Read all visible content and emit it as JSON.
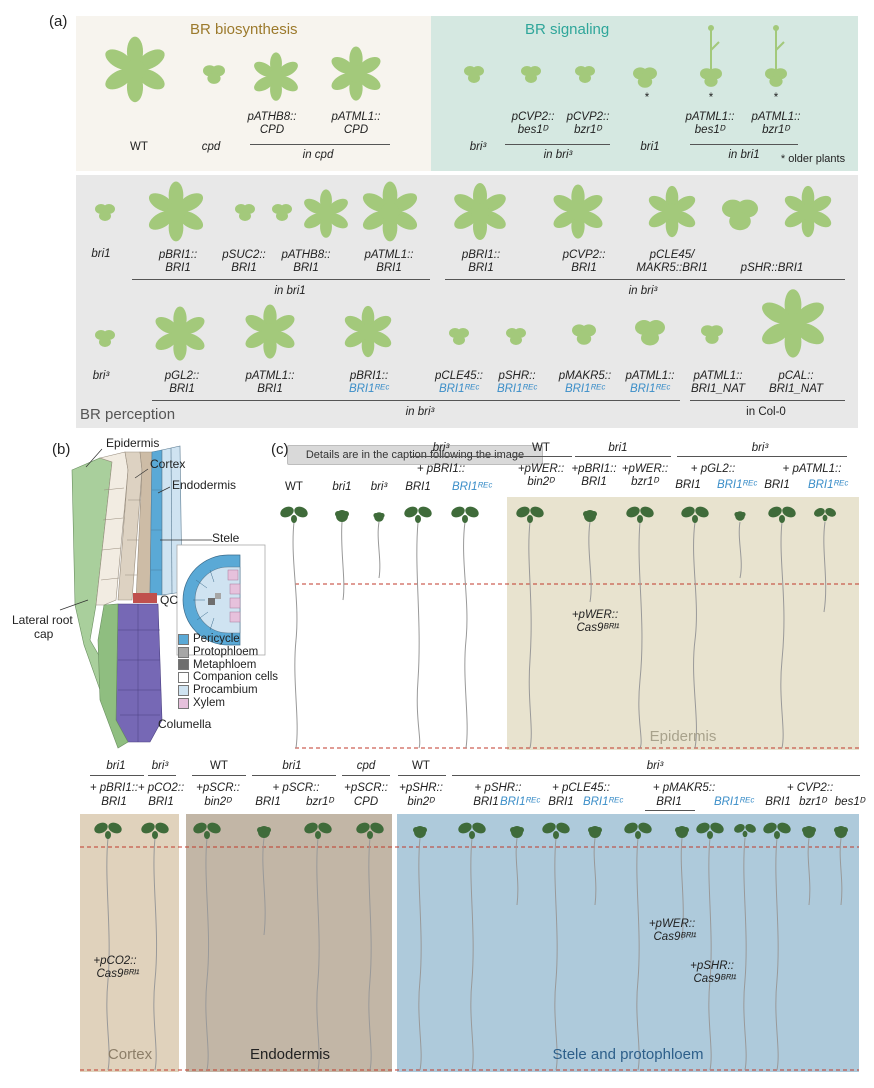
{
  "panel_a": {
    "letter": "(a)",
    "biosynthesis": {
      "title": "BR biosynthesis",
      "wt": "WT",
      "cpd": "cpd",
      "athb8": [
        "pATHB8::",
        "CPD"
      ],
      "atml1": [
        "pATML1::",
        "CPD"
      ],
      "group": "in cpd"
    },
    "signaling": {
      "title": "BR signaling",
      "bri3": "bri³",
      "cvp2_bes": [
        "pCVP2::",
        "bes1ᴰ"
      ],
      "cvp2_bzr": [
        "pCVP2::",
        "bzr1ᴰ"
      ],
      "group1": "in bri³",
      "bri1": "bri1",
      "atml_bes": [
        "pATML1::",
        "bes1ᴰ"
      ],
      "atml_bzr": [
        "pATML1::",
        "bzr1ᴰ"
      ],
      "group2": "in bri1",
      "note": "* older plants",
      "star": "*"
    },
    "perception": {
      "title": "BR perception",
      "row1": {
        "bri1": "bri1",
        "p1": [
          "pBRI1::",
          "BRI1"
        ],
        "p2": [
          "pSUC2::",
          "BRI1"
        ],
        "p3": [
          "pATHB8::",
          "BRI1"
        ],
        "p4": [
          "pATML1::",
          "BRI1"
        ],
        "g1": "in bri1",
        "p5": [
          "pBRI1::",
          "BRI1"
        ],
        "p6": [
          "pCVP2::",
          "BRI1"
        ],
        "p7": [
          "pCLE45/",
          "MAKR5::BRI1"
        ],
        "p8": "pSHR::BRI1",
        "g2": "in bri³"
      },
      "row2": {
        "bri3": "bri³",
        "p1": [
          "pGL2::",
          "BRI1"
        ],
        "p2": [
          "pATML1::",
          "BRI1"
        ],
        "p3": [
          "pBRI1::",
          "BRI1ᴿᴱᶜ"
        ],
        "p4": [
          "pCLE45::",
          "BRI1ᴿᴱᶜ"
        ],
        "p5": [
          "pSHR::",
          "BRI1ᴿᴱᶜ"
        ],
        "p6": [
          "pMAKR5::",
          "BRI1ᴿᴱᶜ"
        ],
        "p7": [
          "pATML1::",
          "BRI1ᴿᴱᶜ"
        ],
        "g1": "in bri³",
        "p8": [
          "pATML1::",
          "BRI1_NAT"
        ],
        "p9": [
          "pCAL::",
          "BRI1_NAT"
        ],
        "g2": "in Col-0"
      }
    }
  },
  "tooltip": "Details are in the caption following the image",
  "panel_b": {
    "letter": "(b)",
    "labels": {
      "epidermis": "Epidermis",
      "cortex": "Cortex",
      "endodermis": "Endodermis",
      "stele": "Stele",
      "qc": "QC",
      "lrc": [
        "Lateral root",
        "cap"
      ],
      "columella": "Columella"
    },
    "legend": [
      "Pericycle",
      "Protophloem",
      "Metaphloem",
      "Companion cells",
      "Procambium",
      "Xylem"
    ],
    "legend_colors": [
      "#5aa9d6",
      "#a6a6a6",
      "#6e6e6e",
      "#ffffff",
      "#cfe3f1",
      "#e6c1dc"
    ]
  },
  "panel_c": {
    "letter": "(c)",
    "top": {
      "wt": "WT",
      "bri1": "bri1",
      "bri3": "bri³",
      "g_bri3": "bri³",
      "plus_pbri1": "+ pBRI1::",
      "c_bri1": "BRI1",
      "c_rec": "BRI1ᴿᴱᶜ",
      "wt2": "WT",
      "pwer_bin": [
        "+pWER::",
        "bin2ᴰ"
      ],
      "g_bri1": "bri1",
      "pbri1": [
        "+pBRI1::",
        "BRI1"
      ],
      "pwer_bzr": [
        "+pWER::",
        "bzr1ᴰ"
      ],
      "g_bri3b": "bri³",
      "pgl2": "+ pGL2::",
      "pgl2_a": "BRI1",
      "pgl2_b": "BRI1ᴿᴱᶜ",
      "patml": "+ pATML1::",
      "patml_a": "BRI1",
      "patml_b": "BRI1ᴿᴱᶜ",
      "cas9": [
        "+pWER::",
        "Cas9ᴮᴿᴵ¹"
      ],
      "epidermis": "Epidermis"
    },
    "bottom": {
      "g1": "bri1",
      "g2": "bri³",
      "a1": [
        "+ pBRI1::",
        "BRI1"
      ],
      "a2": [
        "+ pCO2::",
        "BRI1"
      ],
      "wt": "WT",
      "a3": [
        "+pSCR::",
        "bin2ᴰ"
      ],
      "g3": "bri1",
      "a4": "+ pSCR::",
      "a4a": "BRI1",
      "a4b": "bzr1ᴰ",
      "g4": "cpd",
      "a5": [
        "+pSCR::",
        "CPD"
      ],
      "wt2": "WT",
      "a6": [
        "+pSHR::",
        "bin2ᴰ"
      ],
      "g5": "bri³",
      "a7": "+ pSHR::",
      "a7a": "BRI1",
      "a7b": "BRI1ᴿᴱᶜ",
      "a8": "+ pCLE45::",
      "a8a": "BRI1",
      "a8b": "BRI1ᴿᴱᶜ",
      "a9": "+ pMAKR5::",
      "a9a": "BRI1",
      "a9b": "BRI1ᴿᴱᶜ",
      "a10": "+ CVP2::",
      "a10a": "BRI1",
      "a10b": "bzr1ᴰ",
      "a10c": "bes1ᴰ",
      "cas_co2": [
        "+pCO2::",
        "Cas9ᴮᴿᴵ¹"
      ],
      "cas_wer": [
        "+pWER::",
        "Cas9ᴮᴿᴵ¹"
      ],
      "cas_shr": [
        "+pSHR::",
        "Cas9ᴮᴿᴵ¹"
      ],
      "cortex": "Cortex",
      "endodermis": "Endodermis",
      "stele": "Stele and protophloem"
    },
    "colors": {
      "epidermis_bg": "#e8e3cf",
      "cortex_bg": "#e0d2bc",
      "endodermis_bg": "#c2b6a6",
      "stele_bg": "#aecadb",
      "seedling": "#3f6b3a",
      "root": "#999999",
      "guide": "#c0392b"
    }
  },
  "colors": {
    "rosette": "#a3c97b",
    "bios_bg": "#f7f4ee",
    "sig_bg": "#d5e8e1",
    "perc_bg": "#e8e8e8",
    "bios_title": "#9c7a2c",
    "sig_title": "#2fa69a"
  }
}
